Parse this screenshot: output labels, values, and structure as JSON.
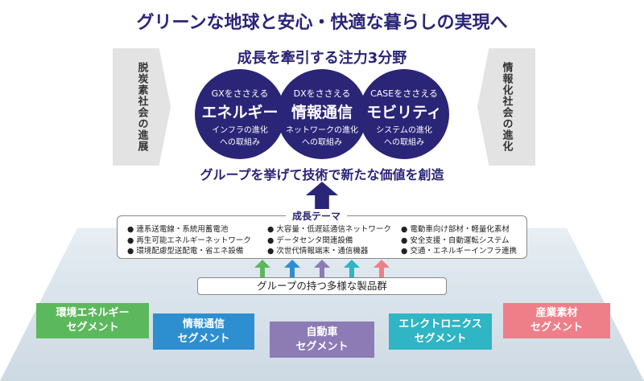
{
  "title": "グリーンな地球と安心・快適な暮らしの実現へ",
  "subtitle": "成長を牽引する注力3分野",
  "side_left": "脱炭素社会の進展",
  "side_right": "情報化社会の進化",
  "circles": [
    {
      "top": "GXをささえる",
      "main": "エネルギー",
      "l1": "インフラの進化",
      "l2": "への取組み"
    },
    {
      "top": "DXをささえる",
      "main": "情報通信",
      "l1": "ネットワークの進化",
      "l2": "への取組み"
    },
    {
      "top": "CASEをささえる",
      "main": "モビリティ",
      "l1": "システムの進化",
      "l2": "への取組み"
    }
  ],
  "group_statement": "グループを挙げて技術で新たな価値を創造",
  "themes": {
    "label": "成長テーマ",
    "columns": [
      [
        "連系送電線・系統用蓄電池",
        "再生可能エネルギーネットワーク",
        "環境配慮型送配電・省エネ設備"
      ],
      [
        "大容量・低遅延通信ネットワーク",
        "データセンタ関連設備",
        "次世代情報端末・通信機器"
      ],
      [
        "電動車向け部材・軽量化素材",
        "安全支援・自動運転システム",
        "交通・エネルギーインフラ連携"
      ]
    ]
  },
  "products_label": "グループの持つ多様な製品群",
  "segments": [
    {
      "l1": "環境エネルギー",
      "l2": "セグメント",
      "color": "#5cb85c"
    },
    {
      "l1": "情報通信",
      "l2": "セグメント",
      "color": "#2e8fd0"
    },
    {
      "l1": "自動車",
      "l2": "セグメント",
      "color": "#8c7bb5"
    },
    {
      "l1": "エレクトロニクス",
      "l2": "セグメント",
      "color": "#2fb5c3"
    },
    {
      "l1": "産業素材",
      "l2": "セグメント",
      "color": "#ee7f89"
    }
  ]
}
